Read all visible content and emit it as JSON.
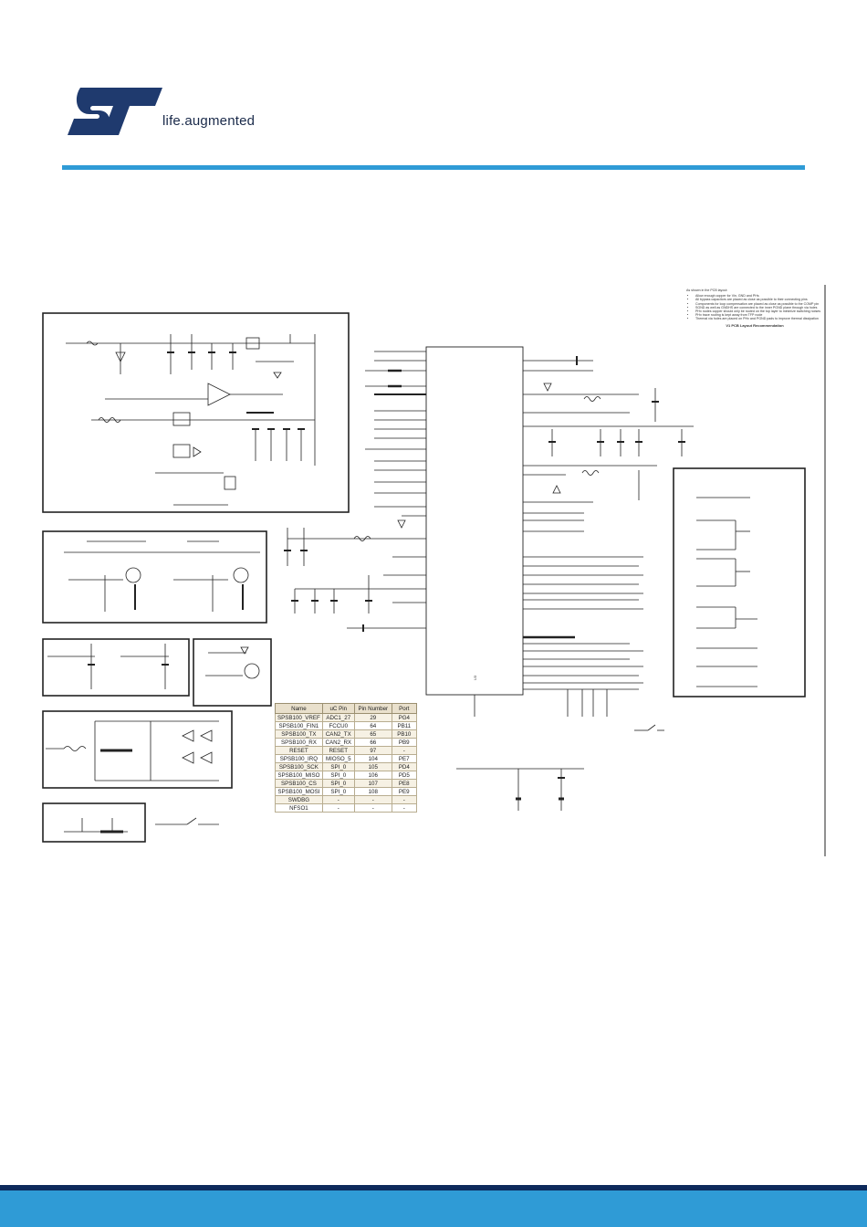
{
  "brand": {
    "tagline": "life.augmented",
    "logo_color": "#1f3a6e",
    "accent_color": "#2f9bd6",
    "footer_dark_color": "#0d2a5c"
  },
  "schematic": {
    "ic_label": "U3"
  },
  "pcb_notes": {
    "intro": "As shown in the PCB layout:",
    "bullets": [
      "Allow enough copper for Vin, GND and PHs",
      "All bypass capacitors are placed as close as possible to their connecting pins",
      "Components for loop compensation are placed as close as possible to the COMP pin",
      "SGND as well as GNDHS are connected to the inner PGND plane through via holes",
      "PHx nodes copper should only be routed on the top layer to minimize switching noises",
      "PHx trace routing is kept away from TFP node",
      "Thermal via holes are placed on PHx and PGND pads to improve thermal dissipation"
    ],
    "heading": "V1 PCB Layout Recommendation"
  },
  "pin_table": {
    "headers": [
      "Name",
      "uC Pin",
      "Pin Number",
      "Port"
    ],
    "rows": [
      [
        "SPSB100_VREF",
        "ADC1_27",
        "29",
        "PG4"
      ],
      [
        "SPSB100_FIN1",
        "FCCU0",
        "64",
        "PB11"
      ],
      [
        "SPSB100_TX",
        "CAN2_TX",
        "65",
        "PB10"
      ],
      [
        "SPSB100_RX",
        "CAN2_RX",
        "66",
        "PB9"
      ],
      [
        "RESET",
        "RESET",
        "97",
        "-"
      ],
      [
        "SPSB100_IRQ",
        "MIOSO_5",
        "104",
        "PE7"
      ],
      [
        "SPSB100_SCK",
        "SPI_0",
        "105",
        "PD4"
      ],
      [
        "SPSB100_MISO",
        "SPI_0",
        "106",
        "PD5"
      ],
      [
        "SPSB100_CS",
        "SPI_0",
        "107",
        "PE8"
      ],
      [
        "SPSB100_MOSI",
        "SPI_0",
        "108",
        "PE9"
      ],
      [
        "SWDBG",
        "-",
        "-",
        "-"
      ],
      [
        "NFSO1",
        "-",
        "-",
        "-"
      ]
    ]
  }
}
